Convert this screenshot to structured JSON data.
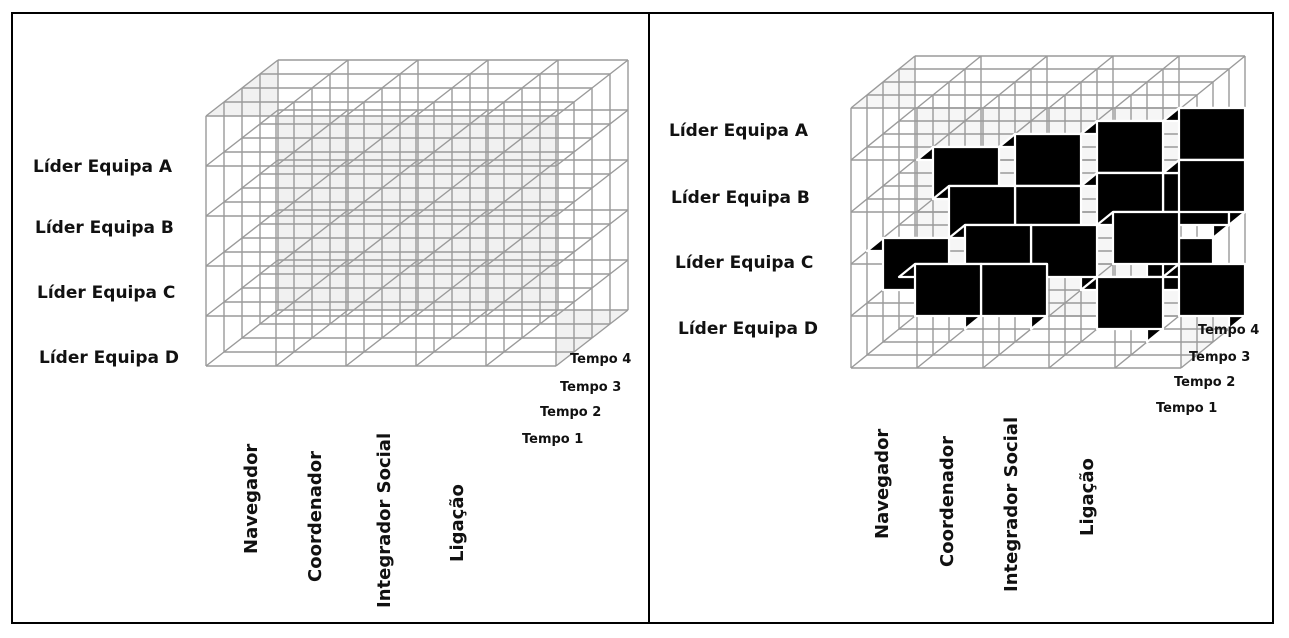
{
  "colors": {
    "grid": "#9a9a9a",
    "fill_light": "#e6e6e6",
    "block": "#000000",
    "block_edge": "#ffffff"
  },
  "left": {
    "rows": [
      "Líder Equipa A",
      "Líder Equipa B",
      "Líder Equipa C",
      "Líder Equipa D"
    ],
    "columns": [
      "Navegador",
      "Coordenador",
      "Integrador Social",
      "Ligação"
    ],
    "times": [
      "Tempo 4",
      "Tempo 3",
      "Tempo 2",
      "Tempo 1"
    ]
  },
  "right": {
    "rows": [
      "Líder Equipa A",
      "Líder Equipa B",
      "Líder Equipa C",
      "Líder Equipa D"
    ],
    "columns": [
      "Navegador",
      "Coordenador",
      "Integrador Social",
      "Ligação"
    ],
    "times": [
      "Tempo 4",
      "Tempo 3",
      "Tempo 2",
      "Tempo 1"
    ]
  }
}
